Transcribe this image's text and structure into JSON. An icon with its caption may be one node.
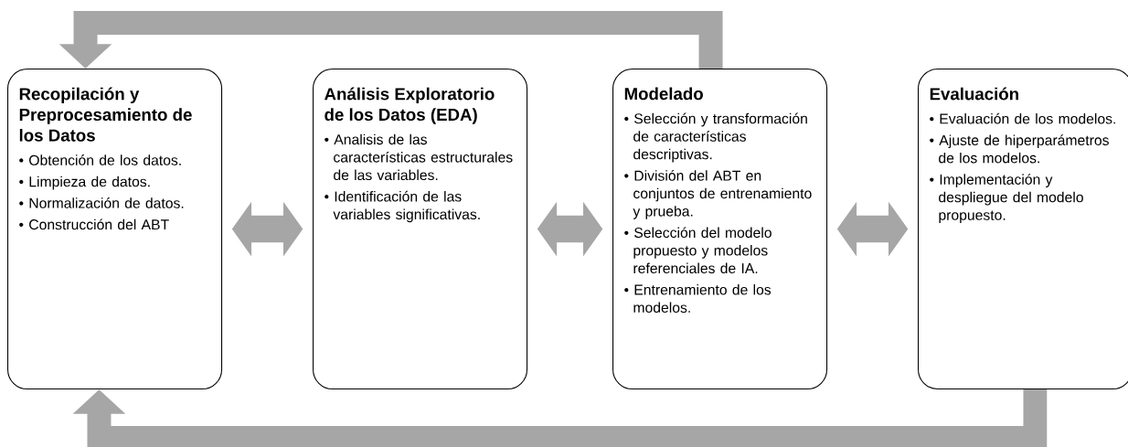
{
  "diagram": {
    "nodes": [
      {
        "text": [
          "Recopilación y Preprocesamiento de los Datos",
          "• Obtención de los datos.",
          "• Limpieza de datos.",
          "• Normalización de datos.",
          "• Construcción del ABT"
        ]
      },
      {
        "text": [
          "Análisis Exploratorio de los Datos (EDA)",
          "• Analisis de las características estructurales de las variables.",
          "• Identificación de las variables significativas."
        ]
      },
      {
        "text": [
          "Modelado",
          "• Selección y transformación de características descriptivas.",
          "• División del ABT en conjuntos de entrenamiento y prueba.",
          "• Selección del modelo propuesto y modelos referenciales de IA.",
          "• Entrenamiento de los modelos."
        ]
      },
      {
        "text": [
          "Evaluación",
          "• Evaluación de los modelos.",
          "• Ajuste de hiperparámetros de los modelos.",
          "• Implementación y despliegue del modelo propuesto."
        ]
      }
    ],
    "edges": [
      {
        "from": 0,
        "to": 1,
        "arrow": "both"
      },
      {
        "from": 1,
        "to": 2,
        "arrow": "both"
      },
      {
        "from": 2,
        "to": 3,
        "arrow": "both"
      },
      {
        "from": 2,
        "to": 0,
        "arrow": "to"
      },
      {
        "from": 3,
        "to": 0,
        "arrow": "to"
      }
    ]
  }
}
